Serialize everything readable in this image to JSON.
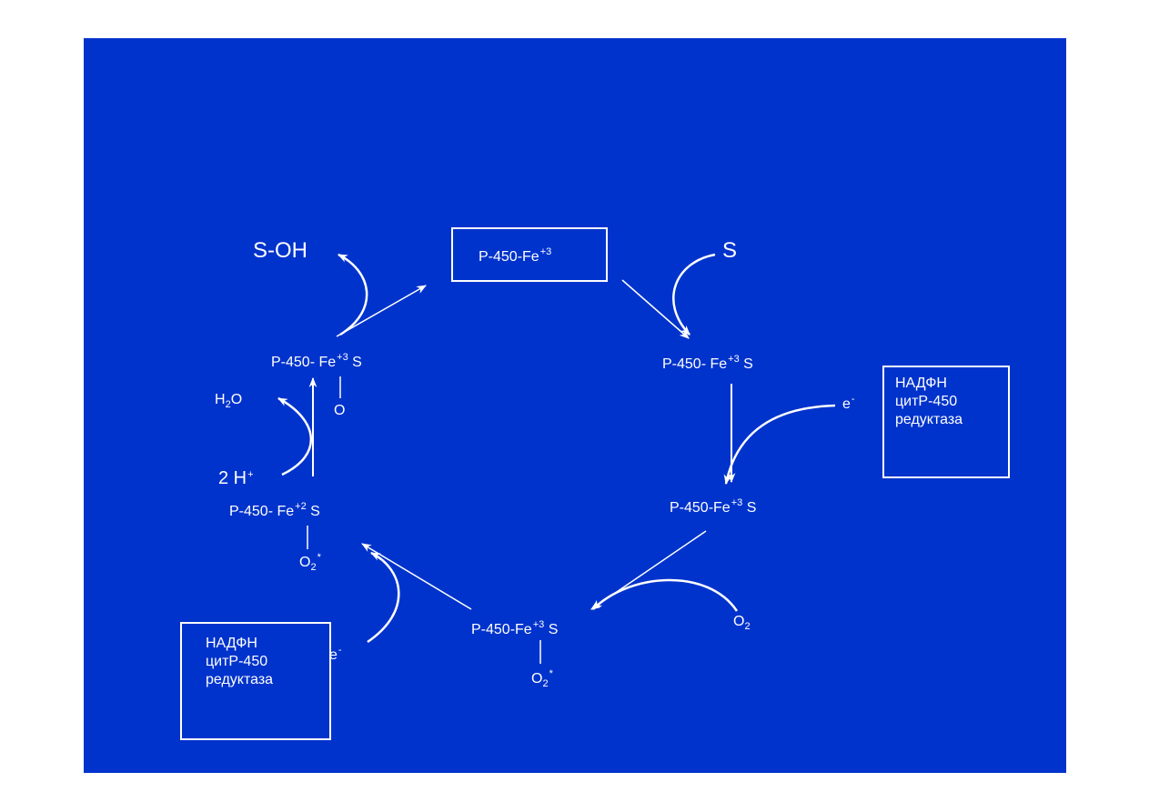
{
  "background_color": "#0033cc",
  "foreground_color": "#ffffff",
  "nodes": {
    "top": {
      "prefix": "P-450-Fe",
      "sup": "+3",
      "suffix": ""
    },
    "right_upper": {
      "prefix": "P-450- Fe",
      "sup": "+3",
      "suffix": " S"
    },
    "right_lower": {
      "prefix": "P-450-Fe",
      "sup": "+3",
      "suffix": " S"
    },
    "bottom": {
      "prefix": "P-450-Fe",
      "sup": "+3",
      "suffix": " S",
      "ligand": "O",
      "ligand_sub": "2",
      "ligand_sup": "*"
    },
    "left_lower": {
      "prefix": "P-450- Fe",
      "sup": "+2",
      "suffix": " S",
      "ligand": "O",
      "ligand_sub": "2",
      "ligand_sup": "*"
    },
    "left_upper": {
      "prefix": "P-450- Fe",
      "sup": "+3",
      "suffix": " S",
      "ligand": "O"
    }
  },
  "inputs": {
    "substrate": "S",
    "product": "S-OH",
    "electron_right": {
      "base": "e",
      "sup": "-"
    },
    "electron_left": {
      "base": "e",
      "sup": "-"
    },
    "oxygen": {
      "base": "O",
      "sub": "2"
    },
    "protons": {
      "base": "2 H",
      "sup": "+"
    },
    "water": {
      "pre": "H",
      "sub": "2",
      "post": "O"
    }
  },
  "reductase_right": {
    "line1": "НАДФН",
    "line2": "цитР-450",
    "line3": "редуктаза"
  },
  "reductase_left": {
    "line1": "НАДФН",
    "line2": "цитР-450",
    "line3": "редуктаза"
  }
}
